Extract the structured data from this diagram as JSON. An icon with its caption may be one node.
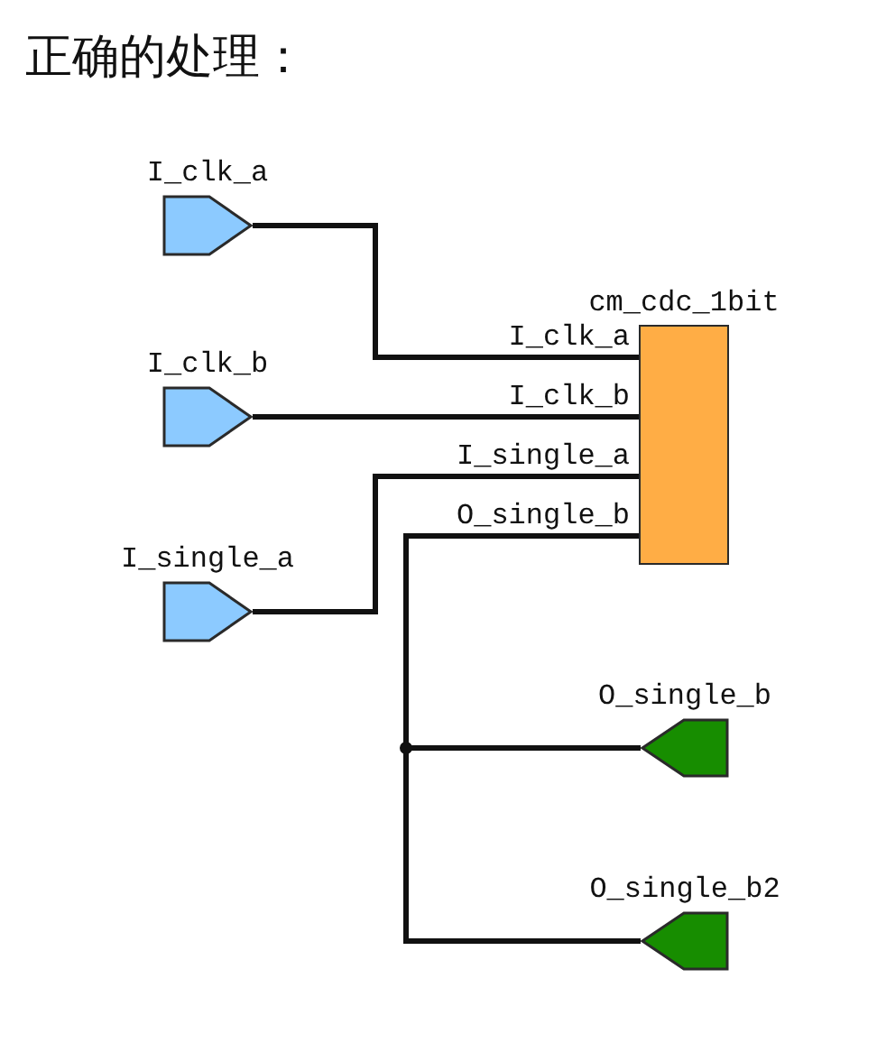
{
  "diagram": {
    "title": "正确的处理：",
    "nodes": [
      {
        "text": [
          "I_clk_a"
        ]
      },
      {
        "text": [
          "I_clk_b"
        ]
      },
      {
        "text": [
          "I_single_a"
        ]
      },
      {
        "text": [
          "cm_cdc_1bit"
        ],
        "beside": [
          "I_clk_a",
          "I_clk_b",
          "I_single_a",
          "O_single_b"
        ]
      },
      {
        "text": [
          "O_single_b"
        ]
      },
      {
        "text": [
          "O_single_b2"
        ]
      }
    ],
    "edges": [
      {
        "from": 0,
        "to": 3,
        "arrow": "none"
      },
      {
        "from": 1,
        "to": 3,
        "arrow": "none"
      },
      {
        "from": 2,
        "to": 3,
        "arrow": "none"
      },
      {
        "from": 3,
        "to": 4,
        "arrow": "none"
      },
      {
        "from": 3,
        "to": 5,
        "arrow": "none"
      }
    ]
  }
}
